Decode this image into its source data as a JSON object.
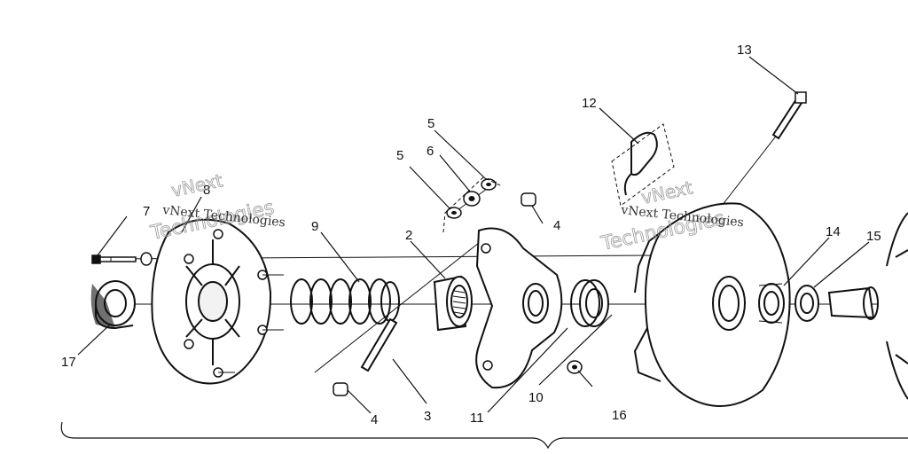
{
  "watermark": {
    "text": "vNext Technologies",
    "ghost_line1": "vNext",
    "ghost_line2": "Technologies"
  },
  "callouts": {
    "c1": "2",
    "c2": "3",
    "c3": "4",
    "c4": "4",
    "c5": "5",
    "c6": "5",
    "c7": "6",
    "c8": "7",
    "c9": "8",
    "c10": "9",
    "c11": "10",
    "c12": "11",
    "c13": "12",
    "c14": "13",
    "c15": "14",
    "c16": "15",
    "c17": "16",
    "c18": "17"
  },
  "colors": {
    "ink": "#111111",
    "paper": "#ffffff",
    "watermark": "#333333"
  }
}
